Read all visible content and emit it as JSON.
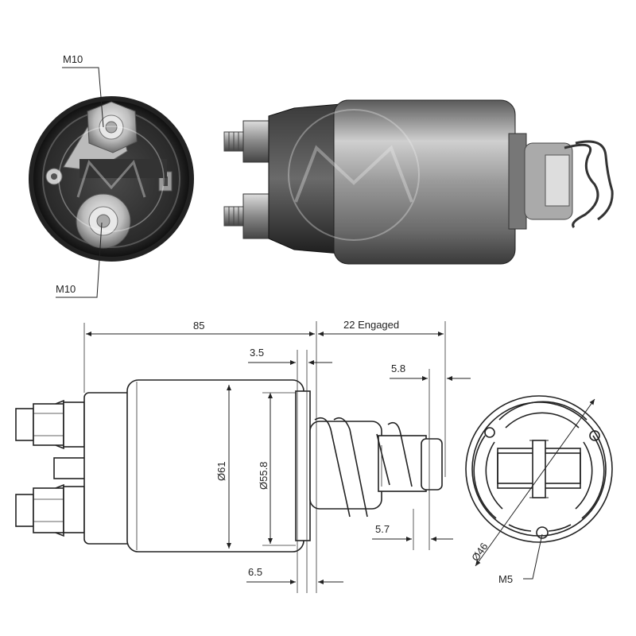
{
  "photo": {
    "end_view_label_top": "M10",
    "end_view_label_bottom": "M10"
  },
  "drawing": {
    "dim_overall_length": "85",
    "dim_engaged": "22 Engaged",
    "dim_3_5": "3.5",
    "dim_5_8": "5.8",
    "dim_5_7": "5.7",
    "dim_6_5": "6.5",
    "dia_body": "Ø61",
    "dia_inner": "Ø55.8",
    "dia_bolt_circle": "Ø46",
    "thread_mount": "M5"
  },
  "colors": {
    "photo_dark": "#2a2a2a",
    "photo_mid": "#8a8a8a",
    "photo_light": "#d6d6d6",
    "line": "#222222"
  }
}
